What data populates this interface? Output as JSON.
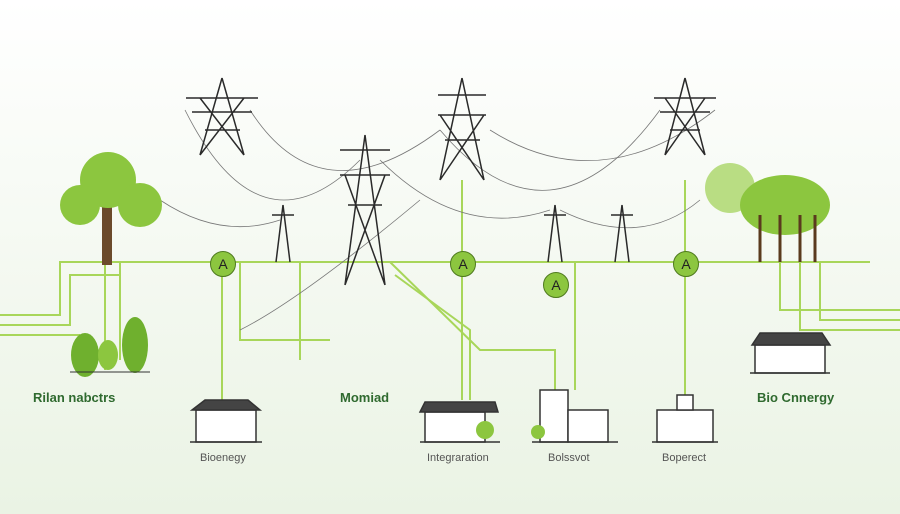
{
  "colors": {
    "accent": "#8cc63f",
    "line": "#a8d65a",
    "dark": "#2f2f2f",
    "label": "#2f6a2f"
  },
  "labels": {
    "left": "Rilan nabctrs",
    "center": "Momiad",
    "right": "Bio Cnnergy"
  },
  "buildings": [
    "Bioenegy",
    "Integraration",
    "Bolssvot",
    "Boperect"
  ],
  "nodes": [
    "A",
    "A",
    "A",
    "A"
  ]
}
